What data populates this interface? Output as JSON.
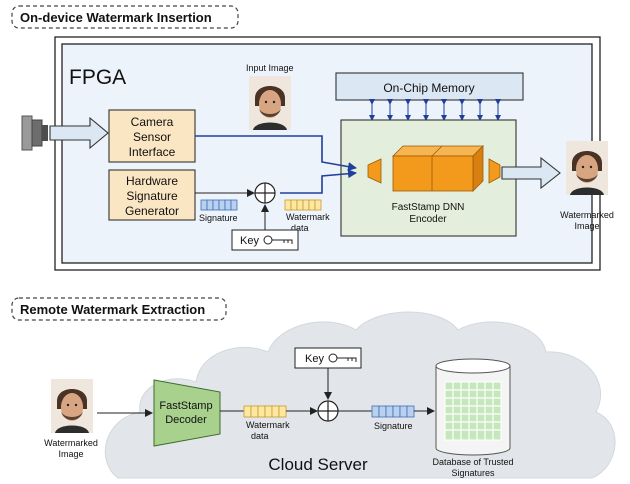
{
  "sections": {
    "top_title": "On-device Watermark Insertion",
    "bottom_title": "Remote Watermark Extraction"
  },
  "fpga": {
    "label": "FPGA",
    "memory": "On-Chip Memory",
    "camera": [
      "Camera",
      "Sensor",
      "Interface"
    ],
    "hwsig": [
      "Hardware",
      "Signature",
      "Generator"
    ],
    "encoder": [
      "FastStamp DNN",
      "Encoder"
    ],
    "signature": "Signature",
    "wm_data": [
      "Watermark",
      "data"
    ],
    "key": "Key",
    "input_image": "Input Image",
    "output_image": [
      "Watermarked",
      "Image"
    ]
  },
  "cloud": {
    "input_image": [
      "Watermarked",
      "Image"
    ],
    "decoder": [
      "FastStamp",
      "Decoder"
    ],
    "wm_data": [
      "Watermark",
      "data"
    ],
    "signature": "Signature",
    "key": "Key",
    "database": [
      "Database of Trusted",
      "Signatures"
    ],
    "server": "Cloud Server"
  },
  "colors": {
    "outline": "#222222",
    "fpga_bg": "#edf3fa",
    "memory_bg": "#dbe7f3",
    "encoder_bg": "#e3efdc",
    "peach": "#fbe6c3",
    "orange": "#f39a1d",
    "blue_wire": "#1f3f9e",
    "signature_cell": "#b9d0ee",
    "wm_cell": "#fde7a1",
    "decoder": "#a9d18e",
    "cloud": "#e2e6ea"
  }
}
